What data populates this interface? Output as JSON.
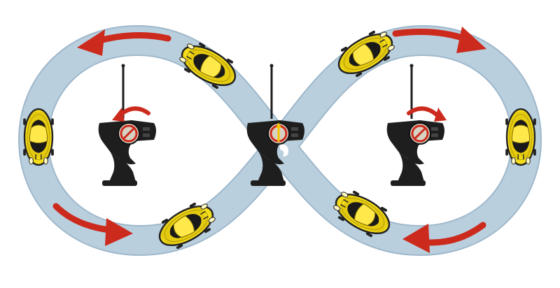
{
  "scene": {
    "track": {
      "name": "figure-eight-track",
      "color": "#b9cfde",
      "edge": "#9fb8cb"
    },
    "arrows": {
      "color": "#cc2a1d"
    },
    "car": {
      "body": "#f5dd1a",
      "shade": "#c9a800",
      "glass": "#1a1a1a",
      "outline": "#222222"
    },
    "transmitter": {
      "body": "#1e1e1e",
      "wheel": "#d8d2c4",
      "wheel_ring": "#cc2a1d",
      "needle": "#f2c400"
    },
    "transmitters": [
      {
        "id": "left",
        "steering": "left"
      },
      {
        "id": "center",
        "steering": "neutral"
      },
      {
        "id": "right",
        "steering": "right"
      }
    ],
    "cars": [
      {
        "id": "car-top-left",
        "heading": "upper-left"
      },
      {
        "id": "car-far-left",
        "heading": "down"
      },
      {
        "id": "car-bottom-left",
        "heading": "right"
      },
      {
        "id": "car-top-right",
        "heading": "upper-right"
      },
      {
        "id": "car-far-right",
        "heading": "down"
      },
      {
        "id": "car-bottom-right",
        "heading": "left"
      }
    ]
  }
}
